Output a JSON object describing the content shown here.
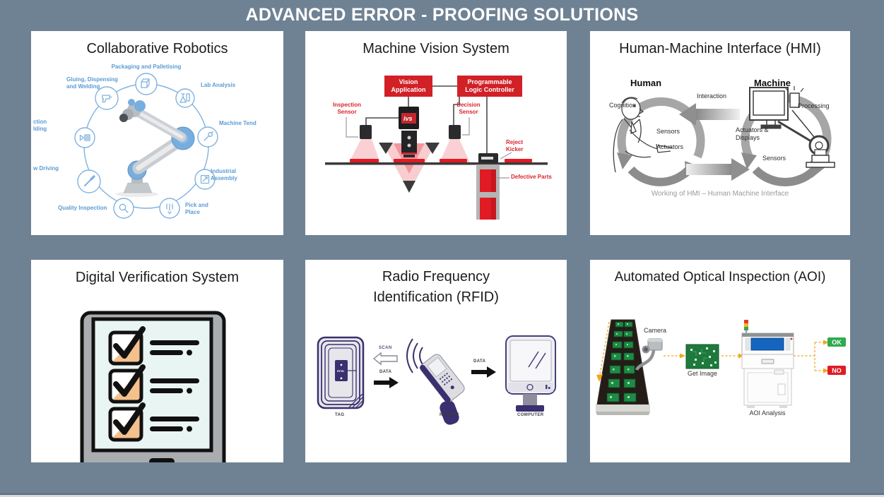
{
  "slide": {
    "title": "ADVANCED ERROR - PROOFING SOLUTIONS"
  },
  "colors": {
    "background": "#6f8294",
    "panel": "#ffffff",
    "vision_red": "#d22027",
    "cobot_blue": "#5b9bd5",
    "rfid_purple": "#39306f",
    "aoi_orange": "#f2a71d",
    "ok_green": "#2fab4f",
    "no_red": "#e01b24",
    "aoi_screen_blue": "#1565c0"
  },
  "cobot": {
    "title": "Collaborative Robotics",
    "labels": {
      "packaging": "Packaging and Palletising",
      "gluing1": "Gluing, Dispensing",
      "gluing2": "and Welding",
      "lab": "Lab Analysis",
      "machine_tend": "Machine Tend",
      "assembly1": "Industrial",
      "assembly2": "Assembly",
      "pick1": "Pick and",
      "pick2": "Place",
      "quality": "Quality Inspection",
      "driving": "w Driving",
      "molding1": "ction",
      "molding2": "lding"
    }
  },
  "vision": {
    "title": "Machine Vision System",
    "vision_app": "Vision Application",
    "plc": "Programmable Logic Controller",
    "camera_logo": "ivs",
    "inspection1": "Inspection",
    "inspection2": "Sensor",
    "decision1": "Decision",
    "decision2": "Sensor",
    "reject1": "Reject",
    "reject2": "Kicker",
    "defective": "Defective Parts"
  },
  "hmi": {
    "title": "Human-Machine Interface (HMI)",
    "human": "Human",
    "machine": "Machine",
    "interaction": "Interaction",
    "cognition": "Cognition",
    "sensors_left": "Sensors",
    "actuators_left": "Actuators",
    "actuators_displays1": "Actuators &",
    "actuators_displays2": "Displays",
    "processing": "Processing",
    "sensors_right": "Sensors",
    "caption": "Working of HMI – Human Machine Interface"
  },
  "dvs": {
    "title": "Digital Verification System"
  },
  "rfid": {
    "title1": "Radio Frequency",
    "title2": "Identification (RFID)",
    "scan": "SCAN",
    "data_tag": "DATA",
    "data_reader": "DATA",
    "tag": "TAG",
    "reader": "READER",
    "computer": "COMPUTER",
    "chip": "RFID"
  },
  "aoi": {
    "title": "Automated Optical Inspection (AOI)",
    "camera": "Camera",
    "get_image": "Get Image",
    "analysis": "AOI Analysis",
    "ok": "OK",
    "no": "NO"
  }
}
